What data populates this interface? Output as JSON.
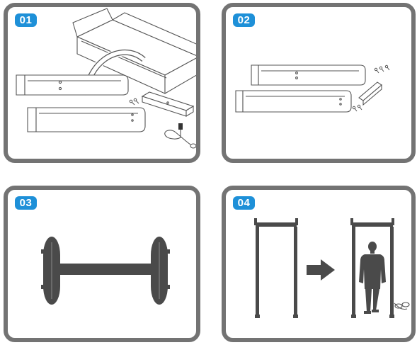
{
  "steps": [
    {
      "number": "01",
      "icon": "unboxing-illustration"
    },
    {
      "number": "02",
      "icon": "parts-layout-illustration"
    },
    {
      "number": "03",
      "icon": "frame-assembly-illustration"
    },
    {
      "number": "04",
      "icon": "walkthrough-gate-illustration"
    }
  ],
  "colors": {
    "frame": "#737373",
    "badge": "#1e90d8",
    "dark_part": "#4a4a4a",
    "line": "#555555"
  }
}
